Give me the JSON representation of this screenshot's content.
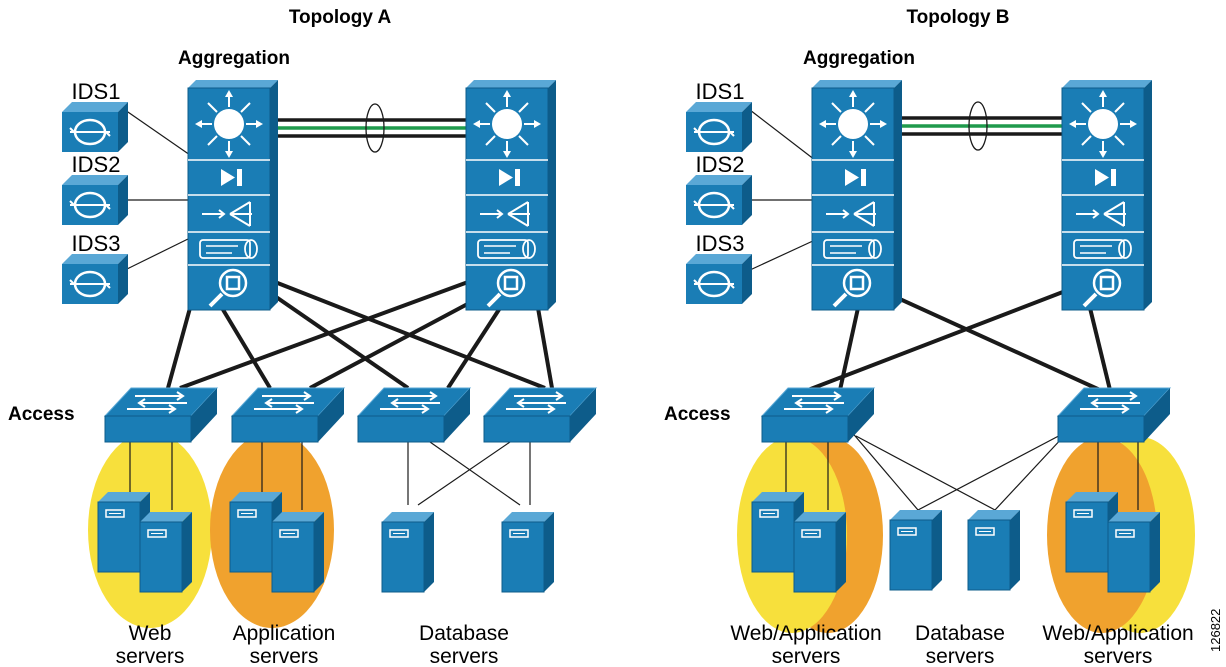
{
  "topology_a": {
    "title": "Topology A",
    "aggregation_label": "Aggregation",
    "access_label": "Access",
    "ids_labels": [
      "IDS1",
      "IDS2",
      "IDS3"
    ],
    "group_labels": [
      {
        "line1": "Web",
        "line2": "servers"
      },
      {
        "line1": "Application",
        "line2": "servers"
      },
      {
        "line1": "Database",
        "line2": "servers"
      }
    ]
  },
  "topology_b": {
    "title": "Topology B",
    "aggregation_label": "Aggregation",
    "access_label": "Access",
    "ids_labels": [
      "IDS1",
      "IDS2",
      "IDS3"
    ],
    "group_labels": [
      {
        "line1": "Web/Application",
        "line2": "servers"
      },
      {
        "line1": "Database",
        "line2": "servers"
      },
      {
        "line1": "Web/Application",
        "line2": "servers"
      }
    ]
  },
  "figure_id": "126822",
  "colors": {
    "device_blue": "#1a7db5",
    "device_dark": "#0d5c8a",
    "device_light": "#5aa8d6",
    "web_yellow": "#f7e03c",
    "app_orange": "#f0a22e",
    "link_green": "#1f9a4c",
    "link_black": "#1a1a1a"
  },
  "icons": {
    "aggregation_switch": "multilayer-switch-with-service-modules-icon",
    "ids": "ids-appliance-icon",
    "access_switch": "layer2-switch-icon",
    "server": "server-tower-icon"
  }
}
